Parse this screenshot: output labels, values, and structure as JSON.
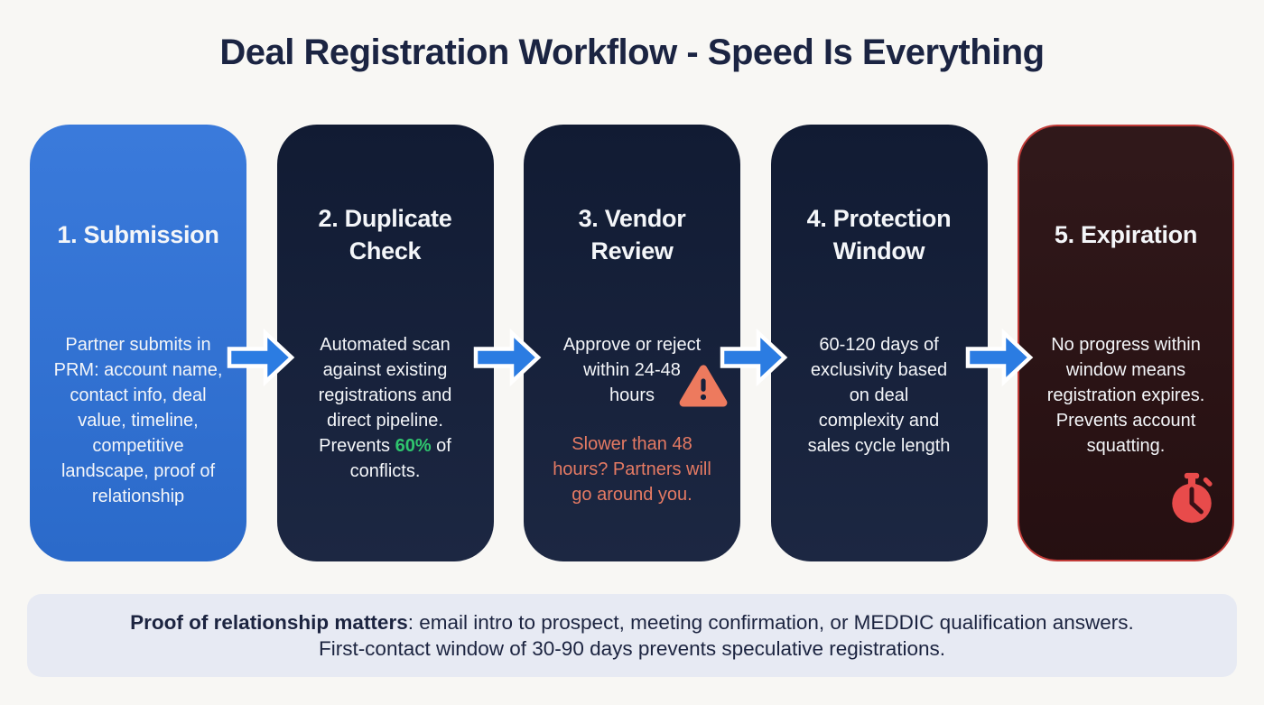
{
  "title": "Deal Registration Workflow - Speed Is Everything",
  "steps": [
    {
      "title": "1. Submission",
      "body": "Partner submits in\nPRM: account name,\ncontact info, deal\nvalue, timeline,\ncompetitive\nlandscape, proof of\nrelationship"
    },
    {
      "title": "2. Duplicate Check",
      "body_parts": {
        "before": "Automated scan\nagainst existing\nregistrations and\ndirect pipeline.\nPrevents ",
        "highlight": "60%",
        "after": " of\nconflicts."
      }
    },
    {
      "title": "3. Vendor Review",
      "body": "Approve or reject\nwithin 24-48\nhours",
      "warning": "Slower than 48\nhours? Partners will\ngo around you.",
      "icon": "warning-triangle-icon"
    },
    {
      "title": "4. Protection Window",
      "body": "60-120 days of\nexclusivity based\non deal\ncomplexity and\nsales cycle length"
    },
    {
      "title": "5. Expiration",
      "body": "No progress within\nwindow means\nregistration expires.\nPrevents account\nsquatting.",
      "icon": "stopwatch-icon"
    }
  ],
  "footer": {
    "line1_bold": "Proof of relationship matters",
    "line1_rest": ": email intro to prospect, meeting confirmation, or MEDDIC qualification answers.",
    "line2": "First-contact window of 30-90 days prevents speculative registrations."
  },
  "colors": {
    "background": "#f8f7f4",
    "title_text": "#1b2442",
    "card_blue": "#2e72d9",
    "card_navy_top": "#111b33",
    "card_navy_bottom": "#1c2742",
    "card_red_bg": "#2a1113",
    "card_red_border": "#c23b38",
    "card_text": "#f4f6f9",
    "arrow_blue": "#2b7ce2",
    "arrow_outline": "#ffffff",
    "highlight_green": "#2fc56e",
    "warning_salmon": "#e57a63",
    "warning_triangle": "#ed7a5e",
    "warning_exclamation": "#16213c",
    "stopwatch_red": "#e84b4b",
    "stopwatch_hands": "#3a1016",
    "footer_bg": "#e7eaf3",
    "footer_text": "#1c2440"
  }
}
